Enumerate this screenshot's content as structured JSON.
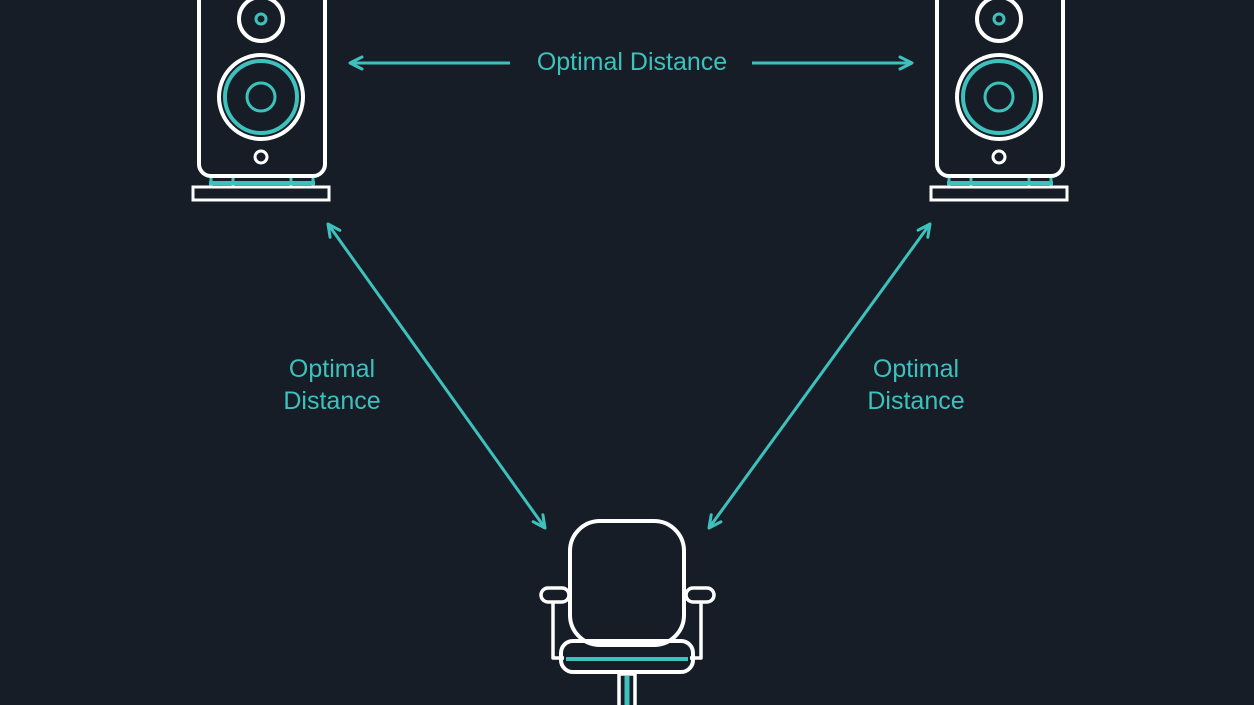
{
  "diagram": {
    "labels": {
      "top": "Optimal Distance",
      "left": [
        "Optimal",
        "Distance"
      ],
      "right": [
        "Optimal",
        "Distance"
      ]
    },
    "nodes": [
      {
        "name": "left-speaker",
        "icon": "speaker-icon"
      },
      {
        "name": "right-speaker",
        "icon": "speaker-icon"
      },
      {
        "name": "listening-chair",
        "icon": "office-chair-icon"
      }
    ],
    "connections": [
      {
        "from": "left-speaker",
        "to": "right-speaker",
        "label": "top"
      },
      {
        "from": "left-speaker",
        "to": "listening-chair",
        "label": "left"
      },
      {
        "from": "right-speaker",
        "to": "listening-chair",
        "label": "right"
      }
    ],
    "colors": {
      "background": "#161d27",
      "accent": "#3ec1bc",
      "outline": "#ffffff"
    }
  }
}
